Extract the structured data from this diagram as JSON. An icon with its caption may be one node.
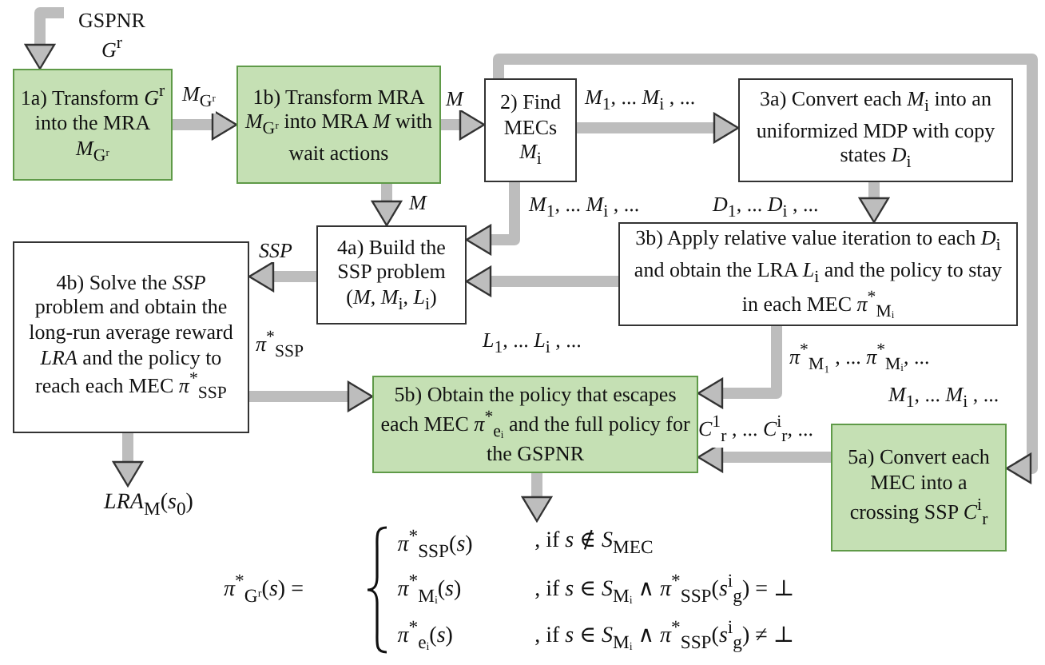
{
  "diagram": {
    "nodes": [
      {
        "text": [
          "GSPNR",
          "*G*$^{r}$"
        ]
      },
      {
        "text": [
          "1a) Transform *G*$^{r}$ into the MRA *M*$_{Gʳ}$"
        ]
      },
      {
        "text": [
          "1b) Transform MRA *M*$_{Gʳ}$ into MRA *M* with wait actions"
        ]
      },
      {
        "text": [
          "2) Find MECs *M*$_{i}$"
        ]
      },
      {
        "text": [
          "3a) Convert each *M*$_{i}$ into an uniformized MDP with copy states *D*$_{i}$"
        ]
      },
      {
        "text": [
          "4a) Build the SSP problem (*M*, *M*$_{i}$, *L*$_{i}$)"
        ]
      },
      {
        "text": [
          "3b) Apply relative value iteration to each *D*$_{i}$ and obtain the LRA *L*$_{i}$ and the policy to stay in each MEC *π*$^{*}$$_{Mᵢ}$"
        ]
      },
      {
        "text": [
          "4b) Solve the *SSP* problem and obtain the long-run average reward *LRA* and the policy to reach each MEC *π*$^{*}$$_{SSP}$"
        ]
      },
      {
        "text": [
          "5b) Obtain the policy that escapes each MEC *π*$^{*}$$_{eᵢ}$ and the full policy for the GSPNR"
        ]
      },
      {
        "text": [
          "5a) Convert each MEC into a crossing SSP *C*$^{i}$$_{r}$"
        ]
      },
      {
        "text": [
          "*LRA*$_{M}$(*s*$_{0}$)"
        ]
      },
      {
        "text": [
          "*π*$^{*}$$_{Gʳ}$(*s*) =",
          "*π*$^{*}$$_{SSP}$(*s*)",
          ", if *s* ∉ *S*$_{MEC}$",
          "*π*$^{*}$$_{Mᵢ}$(*s*)",
          ", if *s* ∈ *S*$_{Mᵢ}$ ∧ *π*$^{*}$$_{SSP}$(*s*$^{i}$$_{g}$) = ⊥",
          "*π*$^{*}$$_{eᵢ}$(*s*)",
          ", if *s* ∈ *S*$_{Mᵢ}$ ∧ *π*$^{*}$$_{SSP}$(*s*$^{i}$$_{g}$) ≠ ⊥"
        ]
      }
    ],
    "edges": [
      {
        "from": 0,
        "to": 1,
        "arrow": "to"
      },
      {
        "from": 1,
        "to": 2,
        "arrow": "to",
        "label": "*M*$_{Gʳ}$"
      },
      {
        "from": 2,
        "to": 3,
        "arrow": "to",
        "label": "*M*"
      },
      {
        "from": 2,
        "to": 5,
        "arrow": "to",
        "label": "*M*"
      },
      {
        "from": 3,
        "to": 4,
        "arrow": "to",
        "label": "*M*$_{1}$, ... *M*$_{i}$ , ..."
      },
      {
        "from": 3,
        "to": 5,
        "arrow": "to",
        "label": "*M*$_{1}$, ... *M*$_{i}$ , ..."
      },
      {
        "from": 4,
        "to": 6,
        "arrow": "to",
        "label": "*D*$_{1}$, ... *D*$_{i}$ , ..."
      },
      {
        "from": 6,
        "to": 5,
        "arrow": "to",
        "label": "*L*$_{1}$, ... *L*$_{i}$ , ..."
      },
      {
        "from": 5,
        "to": 7,
        "arrow": "to",
        "label": "*SSP*"
      },
      {
        "from": 6,
        "to": 8,
        "arrow": "to",
        "label": "*π*$^{*}$$_{M₁}$ , ... *π*$^{*}$$_{Mᵢ}$, ..."
      },
      {
        "from": 3,
        "to": 9,
        "arrow": "to",
        "label": "*M*$_{1}$, ... *M*$_{i}$ , ..."
      },
      {
        "from": 9,
        "to": 8,
        "arrow": "to",
        "label": "*C*$^{1}$$_{r}$ , ... *C*$^{i}$$_{r}$, ..."
      },
      {
        "from": 7,
        "to": 8,
        "arrow": "to",
        "label": "*π*$^{*}$$_{SSP}$"
      },
      {
        "from": 7,
        "to": 10,
        "arrow": "to"
      },
      {
        "from": 8,
        "to": 11,
        "arrow": "to"
      }
    ]
  }
}
